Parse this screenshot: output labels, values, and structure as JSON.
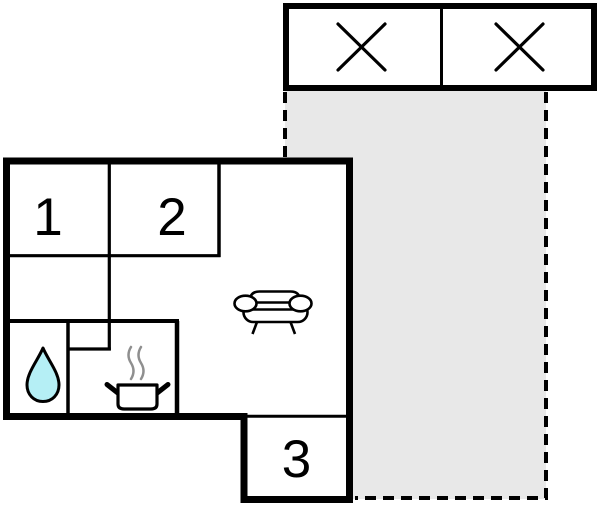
{
  "diagram": {
    "type": "floor-plan",
    "rooms": [
      {
        "label": "1"
      },
      {
        "label": "2"
      },
      {
        "label": "3"
      }
    ],
    "icons": {
      "beds": "crossed-rectangle-bed-icon",
      "bathroom": "water-drop-icon",
      "kitchen": "cooking-pot-steam-icon",
      "living_room": "sofa-icon"
    },
    "colors": {
      "wall": "#000000",
      "terrace_fill": "#e8e8e8",
      "water_drop_fill": "#b5eff5",
      "steam": "#8f8f8f",
      "background": "#ffffff"
    }
  }
}
